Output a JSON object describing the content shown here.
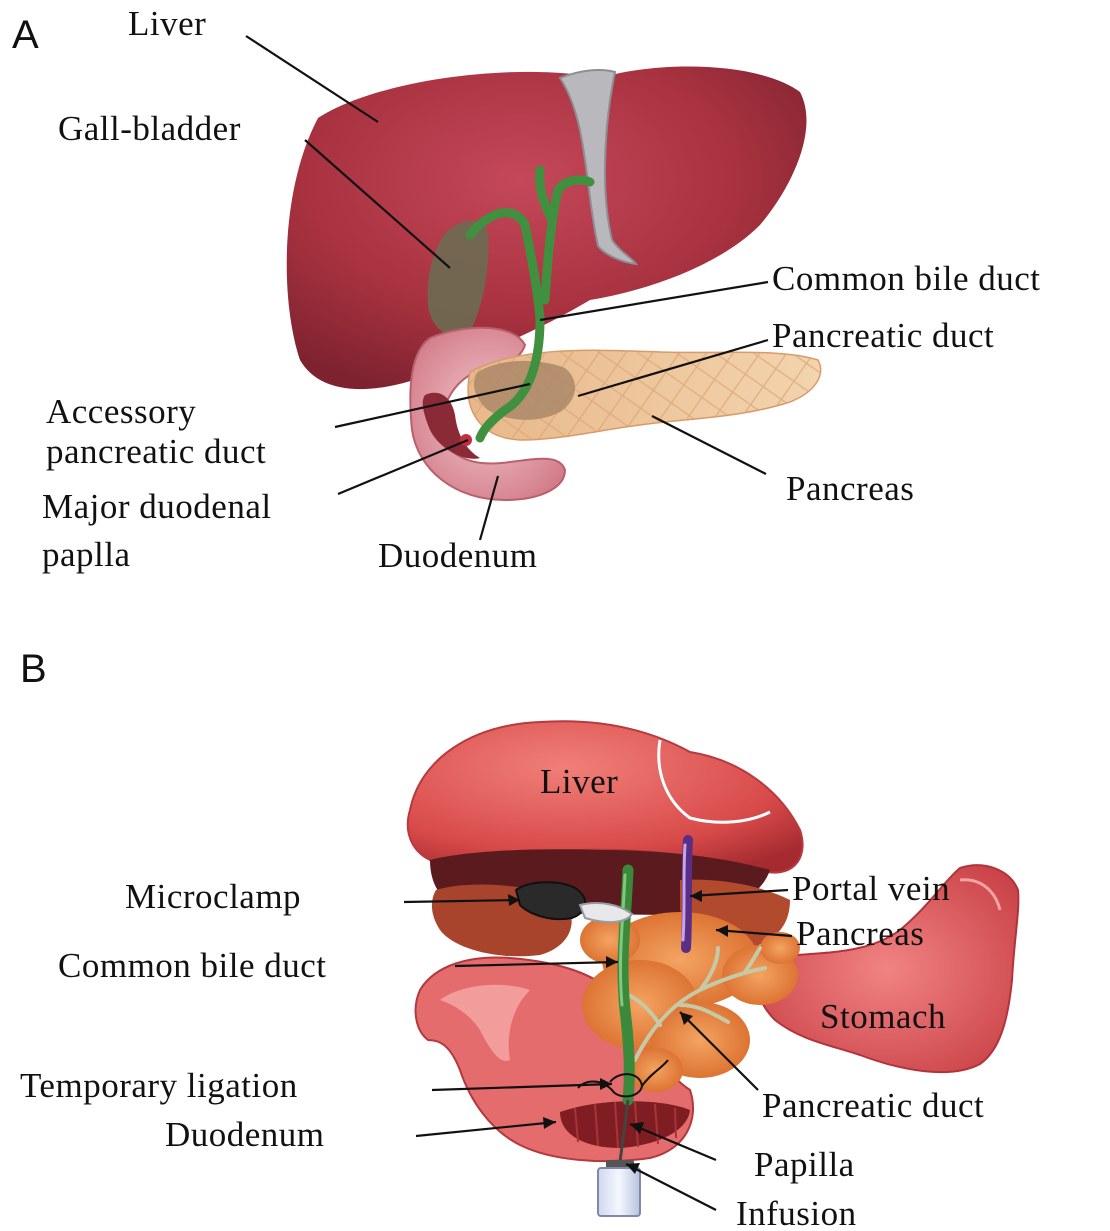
{
  "panel_a": {
    "letter": "A",
    "labels": {
      "liver": "Liver",
      "gallbladder": "Gall-bladder",
      "common_bile_duct": "Common bile duct",
      "pancreatic_duct": "Pancreatic duct",
      "accessory_line1": "Accessory",
      "accessory_line2": "pancreatic duct",
      "major_papilla_line1": "Major duodenal",
      "major_papilla_line2": "paplla",
      "duodenum": "Duodenum",
      "pancreas": "Pancreas"
    }
  },
  "panel_b": {
    "letter": "B",
    "labels": {
      "liver": "Liver",
      "microclamp": "Microclamp",
      "common_bile_duct": "Common bile duct",
      "temporary_ligation": "Temporary ligation",
      "duodenum": "Duodenum",
      "portal_vein": "Portal vein",
      "pancreas": "Pancreas",
      "stomach": "Stomach",
      "pancreatic_duct": "Pancreatic duct",
      "papilla": "Papilla",
      "infusion": "Infusion"
    }
  }
}
